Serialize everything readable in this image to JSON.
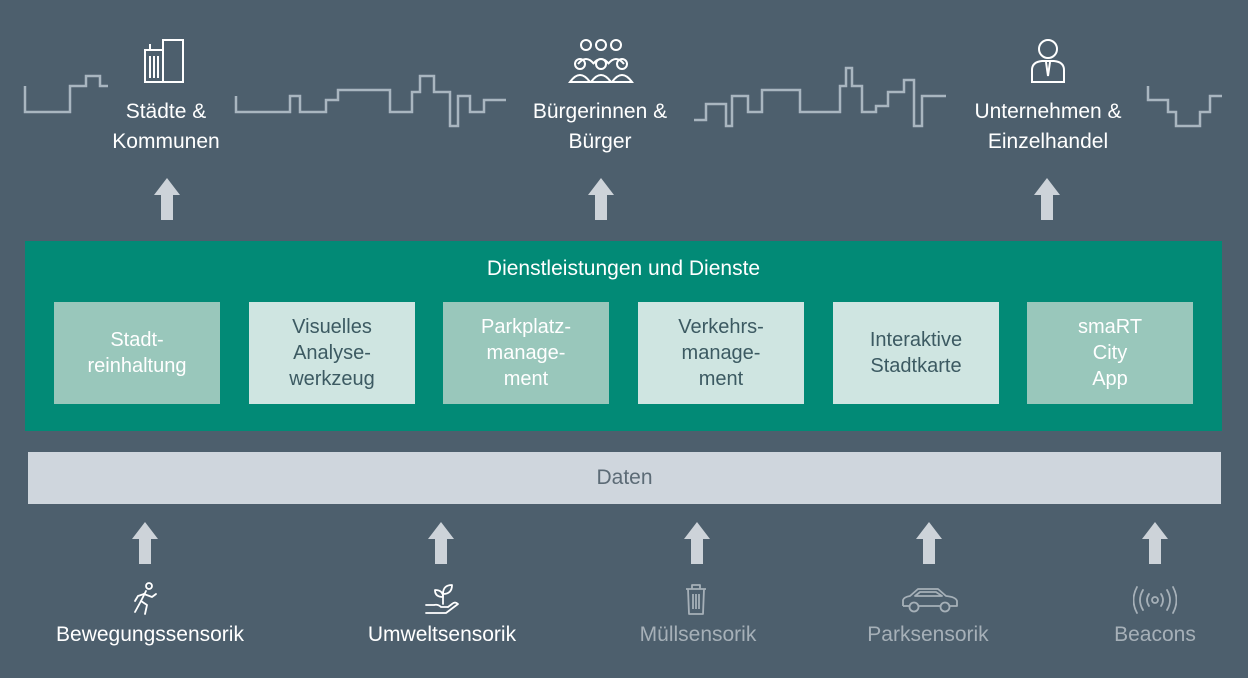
{
  "stakeholders": [
    {
      "label": "Städte &\nKommunen",
      "icon": "buildings-icon"
    },
    {
      "label": "Bürgerinnen &\nBürger",
      "icon": "people-group-icon"
    },
    {
      "label": "Unternehmen &\nEinzelhandel",
      "icon": "businessperson-icon"
    }
  ],
  "services": {
    "title": "Dienstleistungen und Dienste",
    "items": [
      {
        "label": "Stadt-\nreinhaltung"
      },
      {
        "label": "Visuelles\nAnalyse-\nwerkzeug"
      },
      {
        "label": "Parkplatz-\nmanage-\nment"
      },
      {
        "label": "Verkehrs-\nmanage-\nment"
      },
      {
        "label": "Interaktive\nStadtkarte"
      },
      {
        "label": "smaRT\nCity\nApp"
      }
    ]
  },
  "data_layer": {
    "label": "Daten"
  },
  "sensors": [
    {
      "label": "Bewegungssensorik",
      "icon": "running-person-icon"
    },
    {
      "label": "Umweltsensorik",
      "icon": "plant-hand-icon"
    },
    {
      "label": "Müllsensorik",
      "icon": "trash-can-icon"
    },
    {
      "label": "Parksensorik",
      "icon": "car-icon"
    },
    {
      "label": "Beacons",
      "icon": "beacon-signal-icon"
    }
  ],
  "colors": {
    "background": "#4d5f6d",
    "services_band": "#028a76",
    "tile_dark": "#99c7bb",
    "tile_light": "#cfe5e1",
    "data_bar": "#cfd6dd",
    "arrow": "#cdd3d9"
  }
}
